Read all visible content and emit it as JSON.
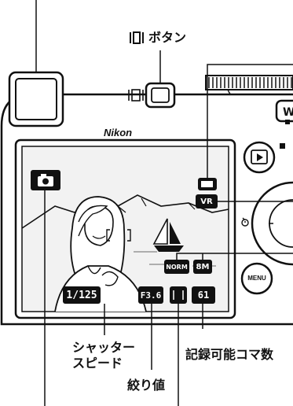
{
  "labels": {
    "display_button": "ボタン",
    "shutter_speed_line1": "シャッター",
    "shutter_speed_line2": "スピード",
    "aperture": "絞り値",
    "remaining_exposures": "記録可能コマ数"
  },
  "camera": {
    "brand": "Nikon",
    "menu_label": "MENU"
  },
  "lcd": {
    "shutter_speed": "1/125",
    "aperture": "F3.6",
    "remaining_frames": "61",
    "image_quality": "NORM",
    "image_size": "8M",
    "vr": "VR"
  },
  "colors": {
    "body": "#ffffff",
    "outline": "#111111",
    "lcd_background": "#f2f2f2",
    "badge_fill": "#111111"
  }
}
